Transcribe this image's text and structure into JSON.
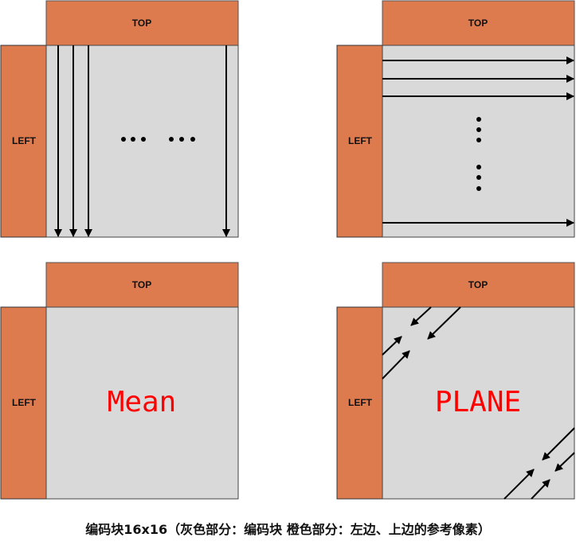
{
  "colors": {
    "reference": "#dd7b4f",
    "block": "#d9d9d9",
    "label_red": "#ff0000"
  },
  "panels": [
    {
      "top_label": "TOP",
      "left_label": "LEFT",
      "mode": "vertical"
    },
    {
      "top_label": "TOP",
      "left_label": "LEFT",
      "mode": "horizontal"
    },
    {
      "top_label": "TOP",
      "left_label": "LEFT",
      "mode": "dc",
      "center_label": "Mean"
    },
    {
      "top_label": "TOP",
      "left_label": "LEFT",
      "mode": "planar",
      "center_label": "PLANE"
    }
  ],
  "caption": "编码块16x16（灰色部分：编码块  橙色部分：左边、上边的参考像素）"
}
